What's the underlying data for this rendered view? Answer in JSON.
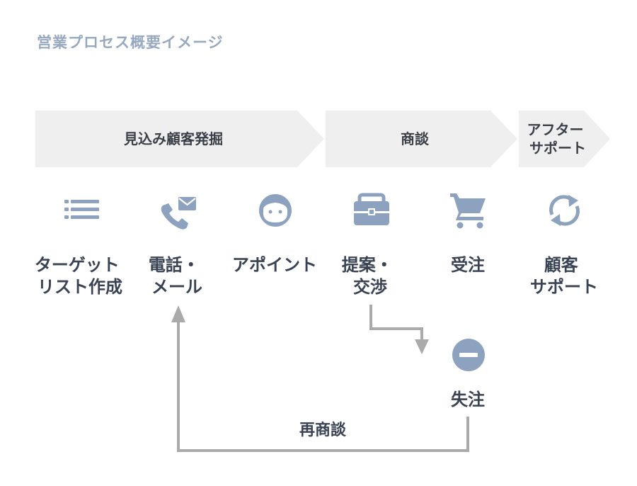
{
  "title": "営業プロセス概要イメージ",
  "phases": [
    {
      "label": [
        "見込み顧客発掘"
      ]
    },
    {
      "label": [
        "商談"
      ]
    },
    {
      "label": [
        "アフター",
        "サポート"
      ]
    }
  ],
  "steps": [
    {
      "icon": "list-icon",
      "label": [
        "ターゲット",
        "リスト作成"
      ]
    },
    {
      "icon": "phone-mail-icon",
      "label": [
        "電話・",
        "メール"
      ]
    },
    {
      "icon": "face-icon",
      "label": [
        "アポイント"
      ]
    },
    {
      "icon": "briefcase-icon",
      "label": [
        "提案・",
        "交渉"
      ]
    },
    {
      "icon": "cart-icon",
      "label": [
        "受注"
      ]
    },
    {
      "icon": "refresh-icon",
      "label": [
        "顧客",
        "サポート"
      ]
    }
  ],
  "lost": {
    "icon": "minus-circle-icon",
    "label": "失注"
  },
  "renegotiation": {
    "label": "再商談"
  },
  "colors": {
    "title": "#97a8bf",
    "phase_bg": "#efefef",
    "icon": "#8da2bf",
    "text": "#3a4354",
    "connector": "#aaaaaa"
  }
}
